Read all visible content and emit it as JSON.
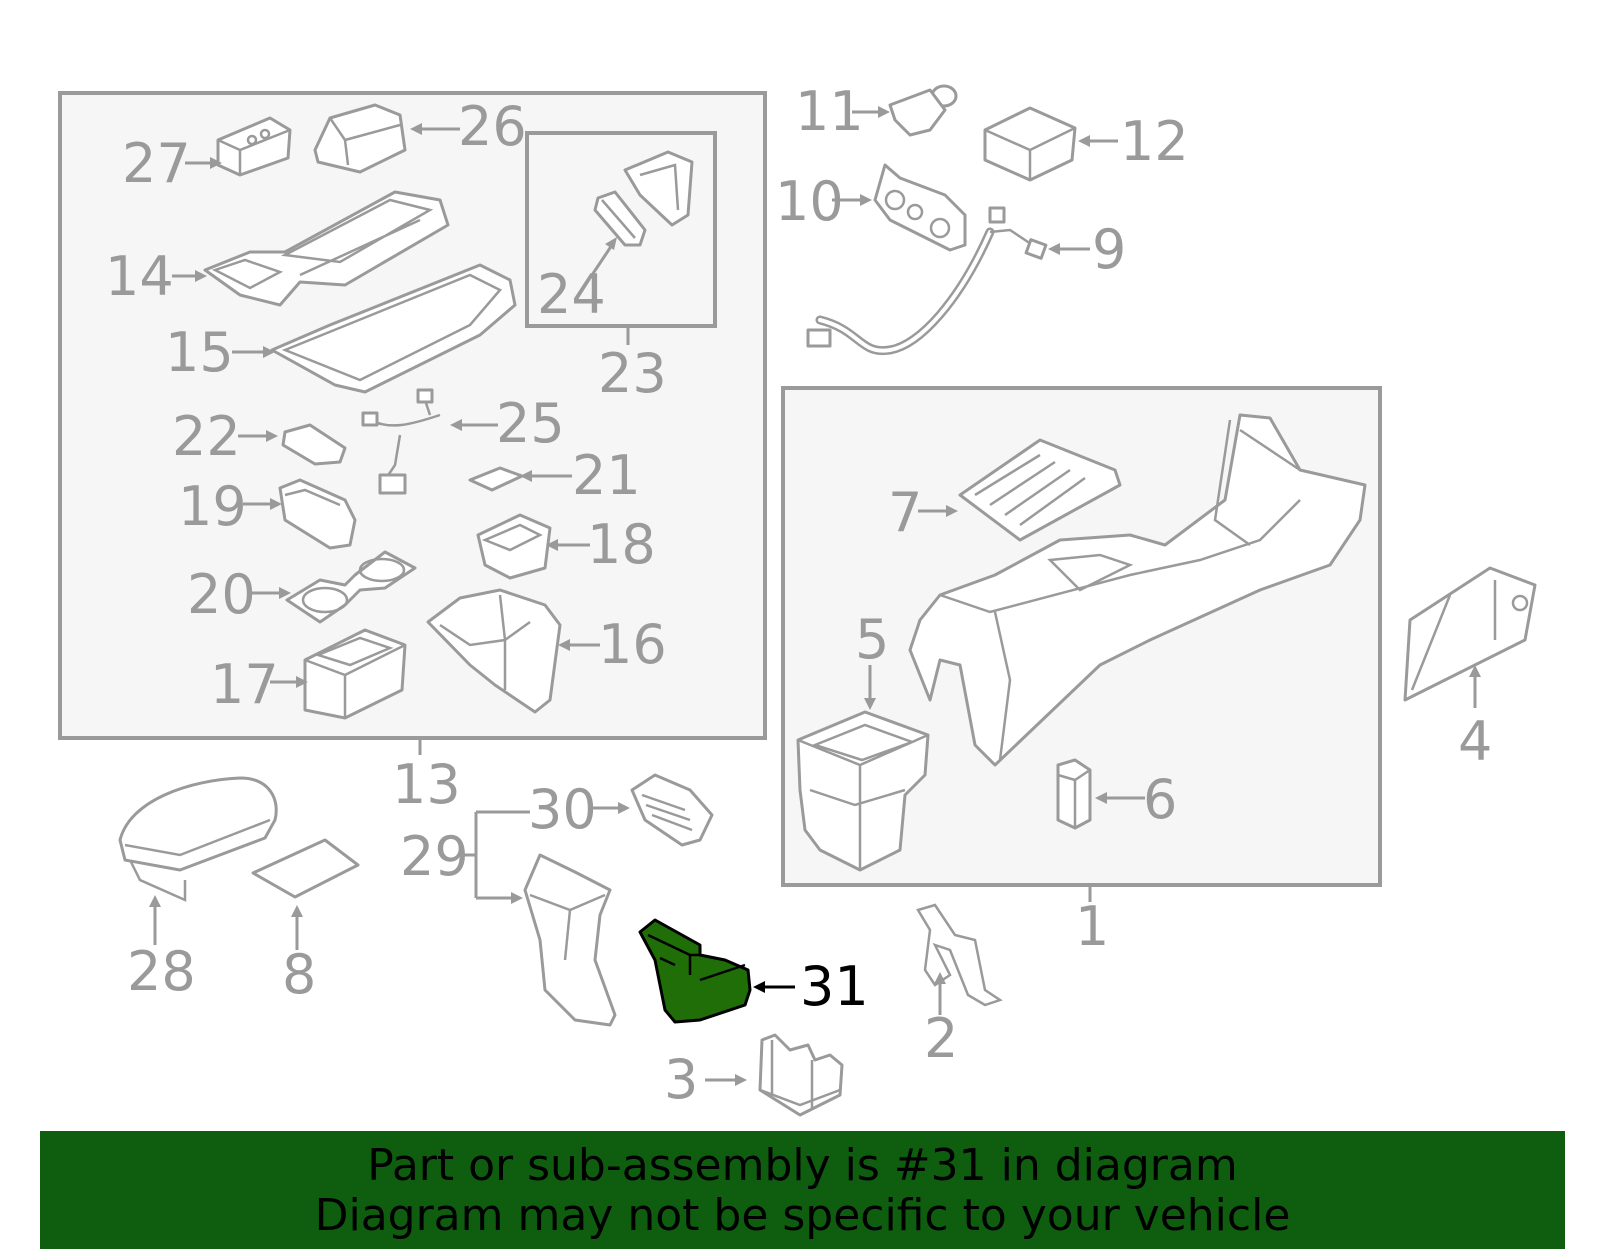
{
  "diagram": {
    "callouts": {
      "c1": "1",
      "c2": "2",
      "c3": "3",
      "c4": "4",
      "c5": "5",
      "c6": "6",
      "c7": "7",
      "c8": "8",
      "c9": "9",
      "c10": "10",
      "c11": "11",
      "c12": "12",
      "c13": "13",
      "c14": "14",
      "c15": "15",
      "c16": "16",
      "c17": "17",
      "c18": "18",
      "c19": "19",
      "c20": "20",
      "c21": "21",
      "c22": "22",
      "c23": "23",
      "c24": "24",
      "c25": "25",
      "c26": "26",
      "c27": "27",
      "c28": "28",
      "c29": "29",
      "c30": "30",
      "c31": "31"
    },
    "highlighted_part": "31",
    "colors": {
      "highlight_part": "#1f6e08",
      "lines": "#9a9a9a",
      "banner": "#0f5e10"
    }
  },
  "footer": {
    "line1": "Part or sub-assembly is #31 in diagram",
    "line2": "Diagram may not be specific to your vehicle"
  }
}
